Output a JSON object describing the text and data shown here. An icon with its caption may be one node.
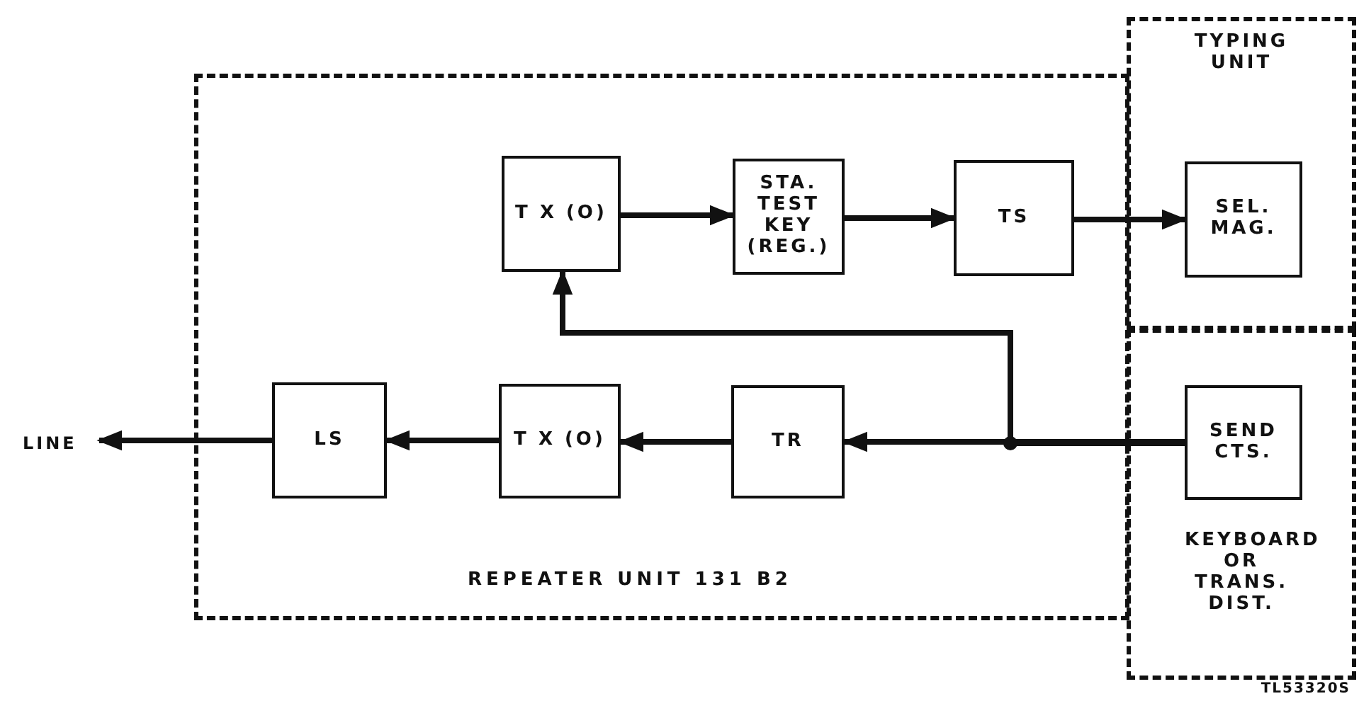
{
  "diagram": {
    "nodes": [
      {
        "text": [
          "REPEATER UNIT 131 B2"
        ]
      },
      {
        "text": [
          "TYPING UNIT"
        ]
      },
      {
        "text": [
          "KEYBOARD OR TRANS. DIST."
        ]
      },
      {
        "text": [
          "T X (O)"
        ],
        "in": 0
      },
      {
        "text": [
          "STA. TEST KEY (REG.)"
        ],
        "in": 0
      },
      {
        "text": [
          "TS"
        ],
        "in": 0
      },
      {
        "text": [
          "SEL. MAG."
        ],
        "in": 1
      },
      {
        "text": [
          "LS"
        ],
        "in": 0
      },
      {
        "text": [
          "T X (O)"
        ],
        "in": 0
      },
      {
        "text": [
          "TR"
        ],
        "in": 0
      },
      {
        "text": [
          "SEND CTS."
        ],
        "in": 2
      },
      {
        "text": [
          "LINE"
        ]
      }
    ],
    "edges": [
      {
        "from": 3,
        "to": 4,
        "arrow": "to"
      },
      {
        "from": 4,
        "to": 5,
        "arrow": "to"
      },
      {
        "from": 5,
        "to": 6,
        "arrow": "to"
      },
      {
        "from": 10,
        "to": 9,
        "arrow": "to"
      },
      {
        "from": 10,
        "to": 3,
        "arrow": "to"
      },
      {
        "from": 9,
        "to": 8,
        "arrow": "to"
      },
      {
        "from": 8,
        "to": 7,
        "arrow": "to"
      },
      {
        "from": 7,
        "to": 11,
        "arrow": "to"
      }
    ],
    "labels": [
      "TL53320S"
    ]
  }
}
